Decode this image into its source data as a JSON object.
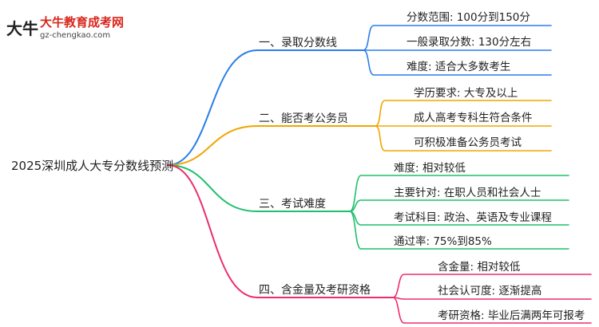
{
  "logo": {
    "mark": "大牛",
    "name": "大牛教育成考网",
    "site": "gz-chengkao.com"
  },
  "root": {
    "label": "2025深圳成人大专分数线预测"
  },
  "colors": {
    "branch_1": "#2b7de9",
    "branch_2": "#f0a500",
    "branch_3": "#1fbf6b",
    "branch_4": "#ec2e6c"
  },
  "branches": [
    {
      "label": "一、录取分数线",
      "children": [
        "分数范围: 100分到150分",
        "一般录取分数: 130分左右",
        "难度: 适合大多数考生"
      ]
    },
    {
      "label": "二、能否考公务员",
      "children": [
        "学历要求: 大专及以上",
        "成人高考专科生符合条件",
        "可积极准备公务员考试"
      ]
    },
    {
      "label": "三、考试难度",
      "children": [
        "难度: 相对较低",
        "主要针对: 在职人员和社会人士",
        "考试科目: 政治、英语及专业课程",
        "通过率: 75%到85%"
      ]
    },
    {
      "label": "四、含金量及考研资格",
      "children": [
        "含金量: 相对较低",
        "社会认可度: 逐渐提高",
        "考研资格: 毕业后满两年可报考"
      ]
    }
  ]
}
